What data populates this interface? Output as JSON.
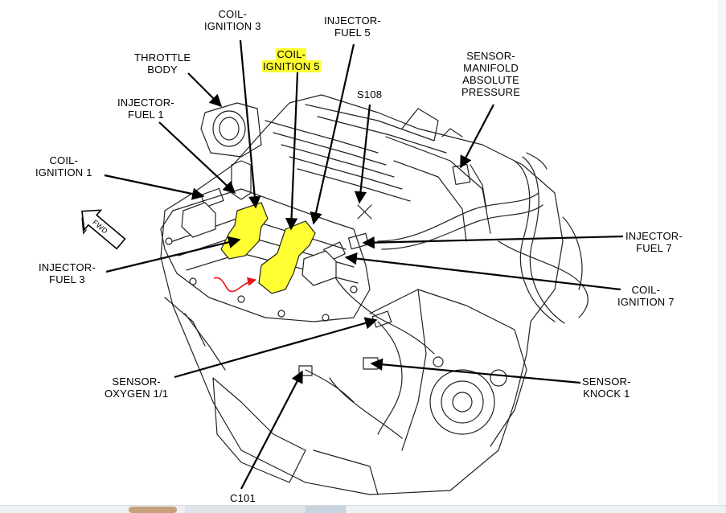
{
  "labels": {
    "coil_ignition_3": [
      "COIL-",
      "IGNITION 3"
    ],
    "injector_fuel_5": [
      "INJECTOR-",
      "FUEL 5"
    ],
    "coil_ignition_5": [
      "COIL-",
      "IGNITION 5"
    ],
    "throttle_body": [
      "THROTTLE",
      "BODY"
    ],
    "s108": "S108",
    "sensor_map": [
      "SENSOR-",
      "MANIFOLD",
      "ABSOLUTE",
      "PRESSURE"
    ],
    "injector_fuel_1": [
      "INJECTOR-",
      "FUEL 1"
    ],
    "coil_ignition_1": [
      "COIL-",
      "IGNITION 1"
    ],
    "injector_fuel_7": [
      "INJECTOR-",
      "FUEL 7"
    ],
    "injector_fuel_3": [
      "INJECTOR-",
      "FUEL 3"
    ],
    "coil_ignition_7": [
      "COIL-",
      "IGNITION 7"
    ],
    "sensor_oxygen": [
      "SENSOR-",
      "OXYGEN 1/1"
    ],
    "sensor_knock": [
      "SENSOR-",
      "KNOCK 1"
    ],
    "c101": "C101",
    "fwd": "FWD"
  },
  "colors": {
    "highlight": "#ffff33",
    "annotation": "#e8141b",
    "line": "#000000"
  },
  "icons": [
    "fwd-arrow-icon",
    "red-curved-arrow-icon"
  ]
}
